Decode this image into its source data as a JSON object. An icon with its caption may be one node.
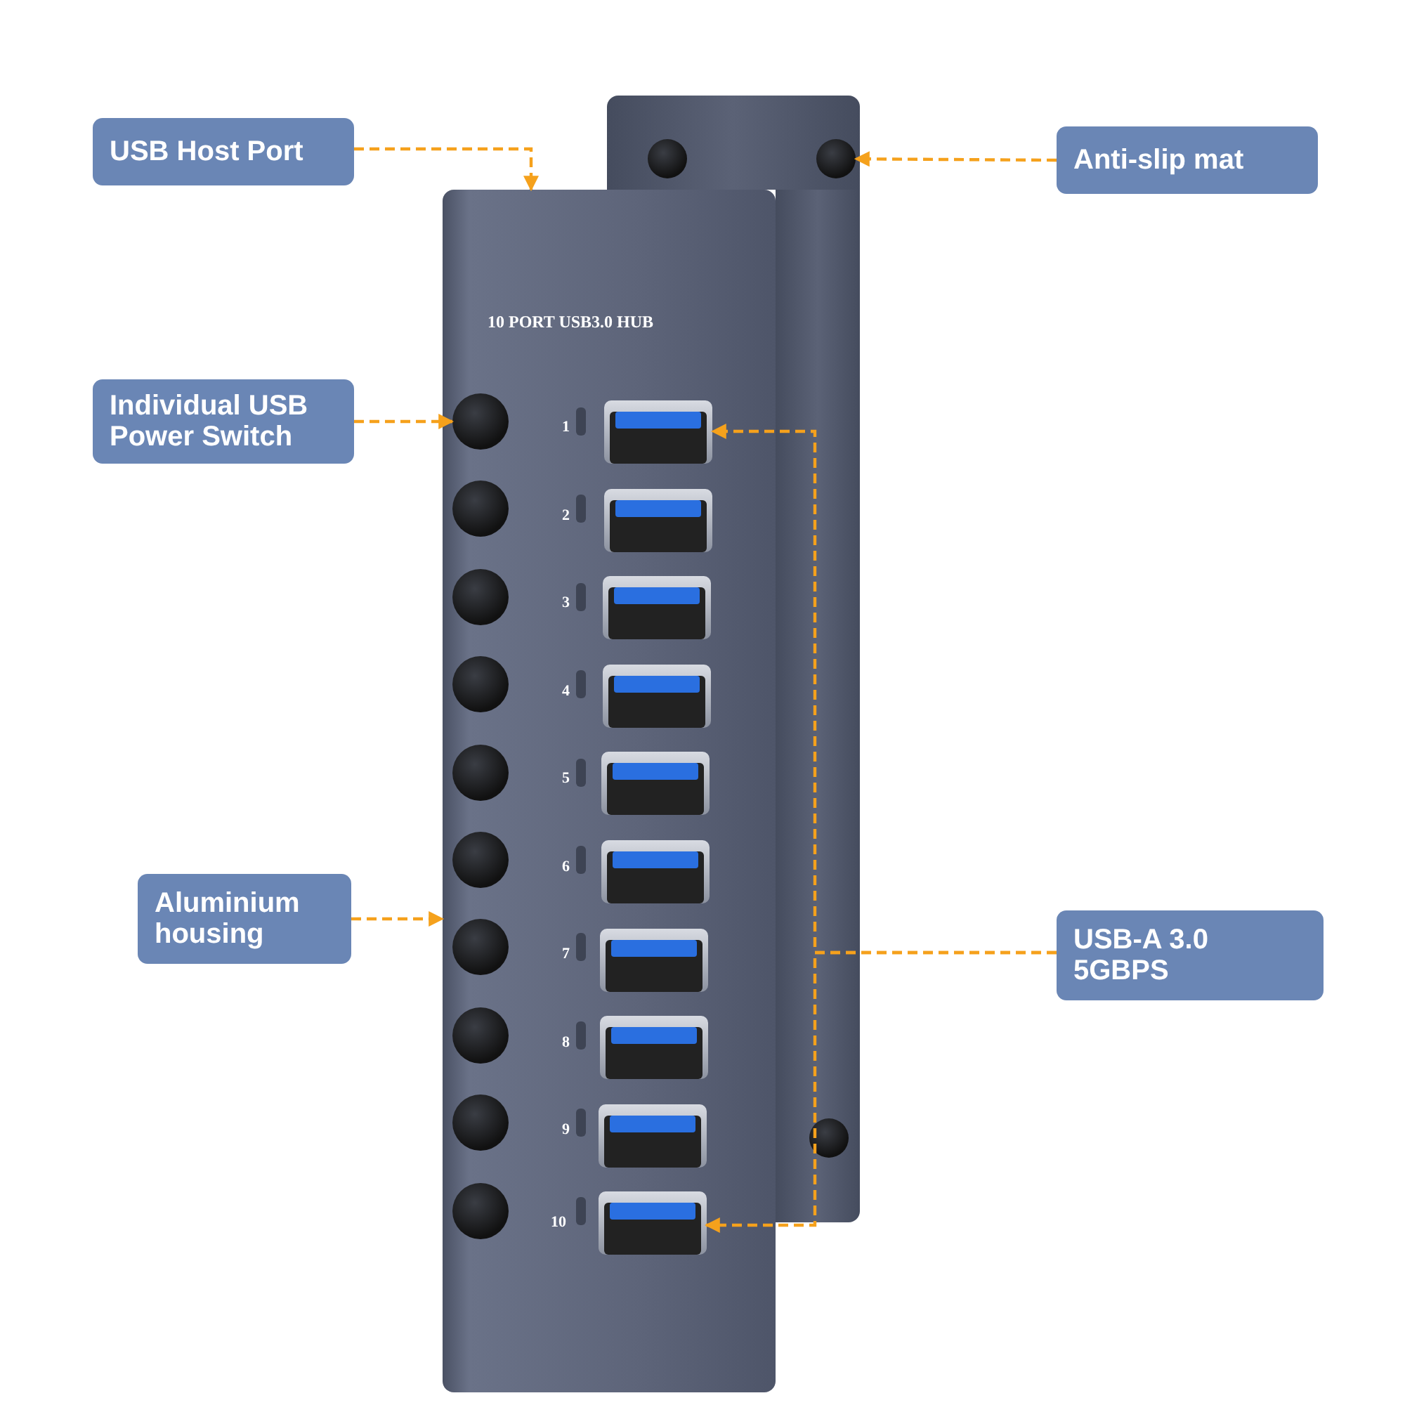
{
  "diagram": {
    "nodes": [
      {
        "text": [
          "USB Host Port"
        ]
      },
      {
        "text": [
          "Anti-slip mat"
        ]
      },
      {
        "text": [],
        "shape": "circle"
      },
      {
        "text": [],
        "shape": "circle"
      },
      {
        "text": [],
        "shape": "circle"
      },
      {
        "text": [],
        "shape": "box"
      },
      {
        "text": [
          "Individual USB Power Switch"
        ]
      },
      {
        "text": [
          "Aluminium housing"
        ]
      },
      {
        "text": [
          "USB-A 3.0 5GBPS"
        ]
      },
      {
        "text": [],
        "shape": "circle",
        "in": 5
      },
      {
        "text": [],
        "shape": "circle",
        "in": 5
      },
      {
        "text": [],
        "shape": "circle",
        "in": 5
      },
      {
        "text": [],
        "shape": "circle",
        "in": 5
      },
      {
        "text": [],
        "shape": "circle",
        "in": 5
      },
      {
        "text": [],
        "shape": "circle",
        "in": 5
      },
      {
        "text": [],
        "shape": "circle",
        "in": 5
      },
      {
        "text": [],
        "shape": "circle",
        "in": 5
      },
      {
        "text": [],
        "shape": "circle",
        "in": 5
      },
      {
        "text": [],
        "shape": "circle",
        "in": 5
      },
      {
        "text": [],
        "shape": "box",
        "in": 5
      },
      {
        "text": [],
        "shape": "box",
        "in": 5
      },
      {
        "text": [],
        "shape": "box",
        "in": 5
      },
      {
        "text": [],
        "shape": "box",
        "in": 5
      },
      {
        "text": [],
        "shape": "box",
        "in": 5
      },
      {
        "text": [],
        "shape": "box",
        "in": 5
      },
      {
        "text": [],
        "shape": "box",
        "in": 5
      },
      {
        "text": [],
        "shape": "box",
        "in": 5
      },
      {
        "text": [],
        "shape": "box",
        "in": 5
      },
      {
        "text": [],
        "shape": "box",
        "in": 5
      }
    ],
    "edges": [
      {
        "from": 0,
        "to": 5,
        "arrow": "to",
        "style": "dashed"
      },
      {
        "from": 1,
        "to": 3,
        "arrow": "to",
        "style": "dashed"
      },
      {
        "from": 6,
        "to": 9,
        "arrow": "to",
        "style": "dashed"
      },
      {
        "from": 7,
        "to": 5,
        "arrow": "to",
        "style": "dashed"
      },
      {
        "from": 8,
        "to": 19,
        "arrow": "to",
        "style": "dashed"
      },
      {
        "from": 8,
        "to": 28,
        "arrow": "to",
        "style": "dashed"
      }
    ],
    "labels": [
      "10 PORT USB3.0 HUB",
      "1",
      "2",
      "3",
      "4",
      "5",
      "6",
      "7",
      "8",
      "9",
      "10"
    ]
  }
}
